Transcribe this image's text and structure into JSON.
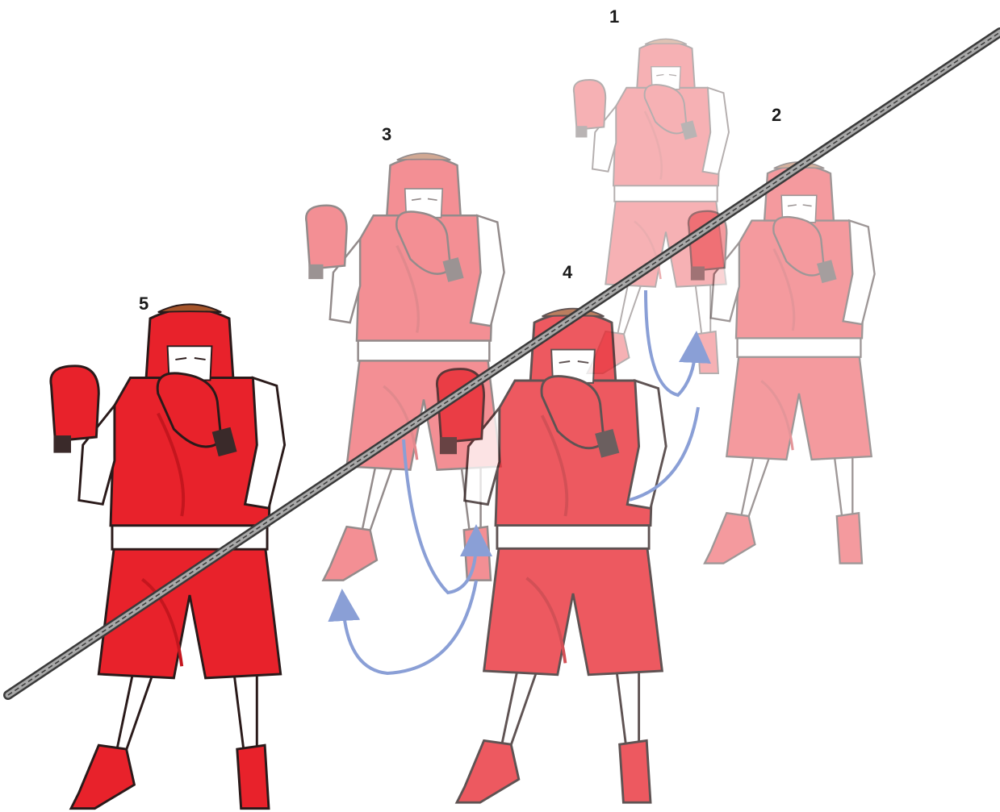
{
  "diagram": {
    "steps": [
      {
        "label": "1",
        "opacity": 0.4
      },
      {
        "label": "2",
        "opacity": 0.5
      },
      {
        "label": "3",
        "opacity": 0.6
      },
      {
        "label": "4",
        "opacity": 0.8
      },
      {
        "label": "5",
        "opacity": 1.0
      }
    ],
    "colors": {
      "uniform": "#e8222b",
      "uniform_shade": "#c4161e",
      "skin": "#ffffff",
      "outline": "#2a1a1a",
      "headgear_top": "#a5542a",
      "wrist_strap": "#3a2a2a",
      "arrow": "#8a9fd6",
      "rope": "#9a9a9a",
      "rope_dark": "#3a3a3a"
    }
  }
}
